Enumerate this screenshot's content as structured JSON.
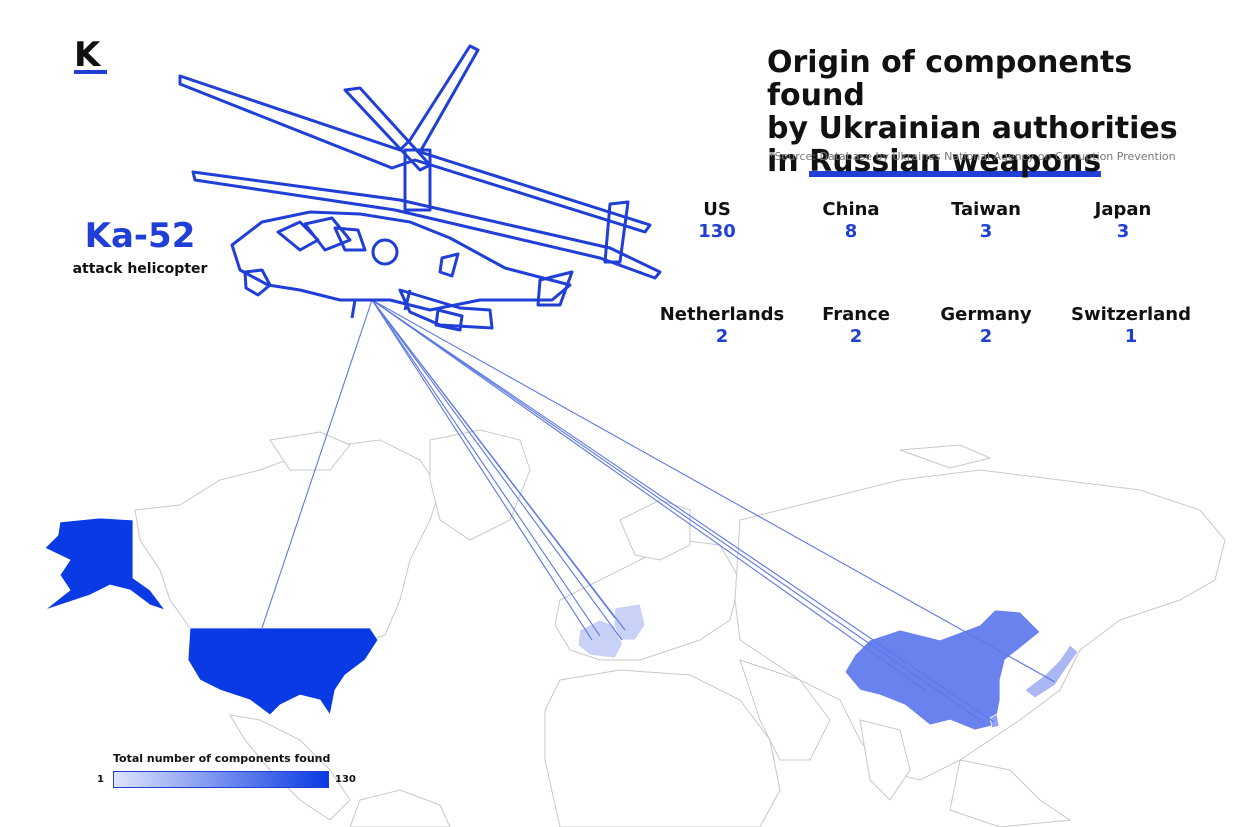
{
  "brand": {
    "logo_letter": "K"
  },
  "header": {
    "title_line1": "Origin of components found",
    "title_line2": "by Ukrainian authorities",
    "title_line3_prefix": "in ",
    "title_line3_highlight": "Russian weapons",
    "source": "*Source: Database by Ukraines National Agency on Corruption Prevention"
  },
  "helicopter": {
    "name": "Ka-52",
    "subtitle": "attack helicopter"
  },
  "stats": [
    {
      "country": "US",
      "count": "130"
    },
    {
      "country": "China",
      "count": "8"
    },
    {
      "country": "Taiwan",
      "count": "3"
    },
    {
      "country": "Japan",
      "count": "3"
    },
    {
      "country": "Netherlands",
      "count": "2"
    },
    {
      "country": "France",
      "count": "2"
    },
    {
      "country": "Germany",
      "count": "2"
    },
    {
      "country": "Switzerland",
      "count": "1"
    }
  ],
  "legend": {
    "title": "Total number of components found",
    "min": "1",
    "max": "130"
  },
  "colors": {
    "accent": "#1f3fd6",
    "us": "#0a3ae3",
    "china": "#6a82ee",
    "europe": "#c9d1f7",
    "japan": "#aab7f3",
    "taiwan": "#8fa1f0",
    "borders": "#c8c8c8"
  },
  "icons": {
    "helicopter": "helicopter-outline-icon"
  }
}
